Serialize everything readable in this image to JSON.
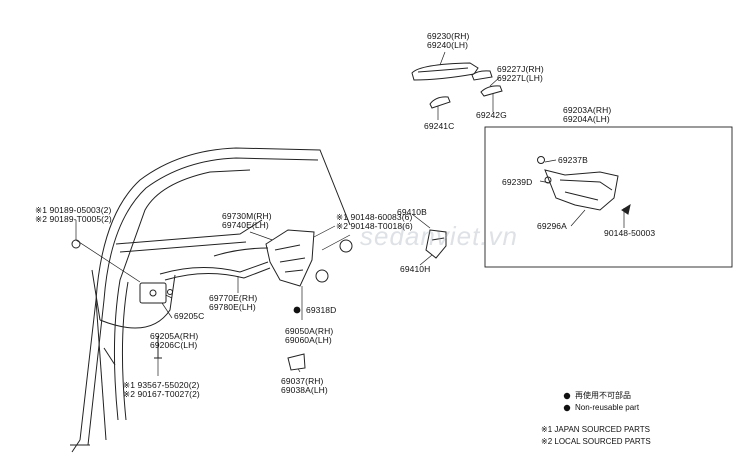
{
  "labels": {
    "p69230": "69230(RH)",
    "p69240": "69240(LH)",
    "p69227j": "69227J(RH)",
    "p69227l": "69227L(LH)",
    "p69242g": "69242G",
    "p69241c": "69241C",
    "p69203a": "69203A(RH)",
    "p69204a": "69204A(LH)",
    "p69237b": "69237B",
    "p69239d": "69239D",
    "p69296a": "69296A",
    "p90148": "90148-50003",
    "p69410b": "69410B",
    "p69410h": "69410H",
    "p69730m": "69730M(RH)",
    "p69740e": "69740E(LH)",
    "p90148b1": "※1 90148-60083(6)",
    "p90148b2": "※2 90148-T0018(6)",
    "p90189a": "※1 90189-05003(2)",
    "p90189b": "※2 90189-T0005(2)",
    "p69770e": "69770E(RH)",
    "p69780e": "69780E(LH)",
    "p69205c": "69205C",
    "p69205a": "69205A(RH)",
    "p69206c": "69206C(LH)",
    "p69318d": "69318D",
    "p69050a": "69050A(RH)",
    "p69060a": "69060A(LH)",
    "p93567a": "※1 93567-55020(2)",
    "p90167": "※2 90167-T0027(2)",
    "p69037": "69037(RH)",
    "p69038a": "69038A(LH)"
  },
  "legend": {
    "reuse_jp": "再使用不可部品",
    "non_reusable": "Non-reusable part",
    "note1": "※1  JAPAN SOURCED PARTS",
    "note2": "※2  LOCAL SOURCED PARTS"
  },
  "watermark": "sedanviet.vn",
  "colors": {
    "line": "#222222",
    "text": "#111111"
  }
}
